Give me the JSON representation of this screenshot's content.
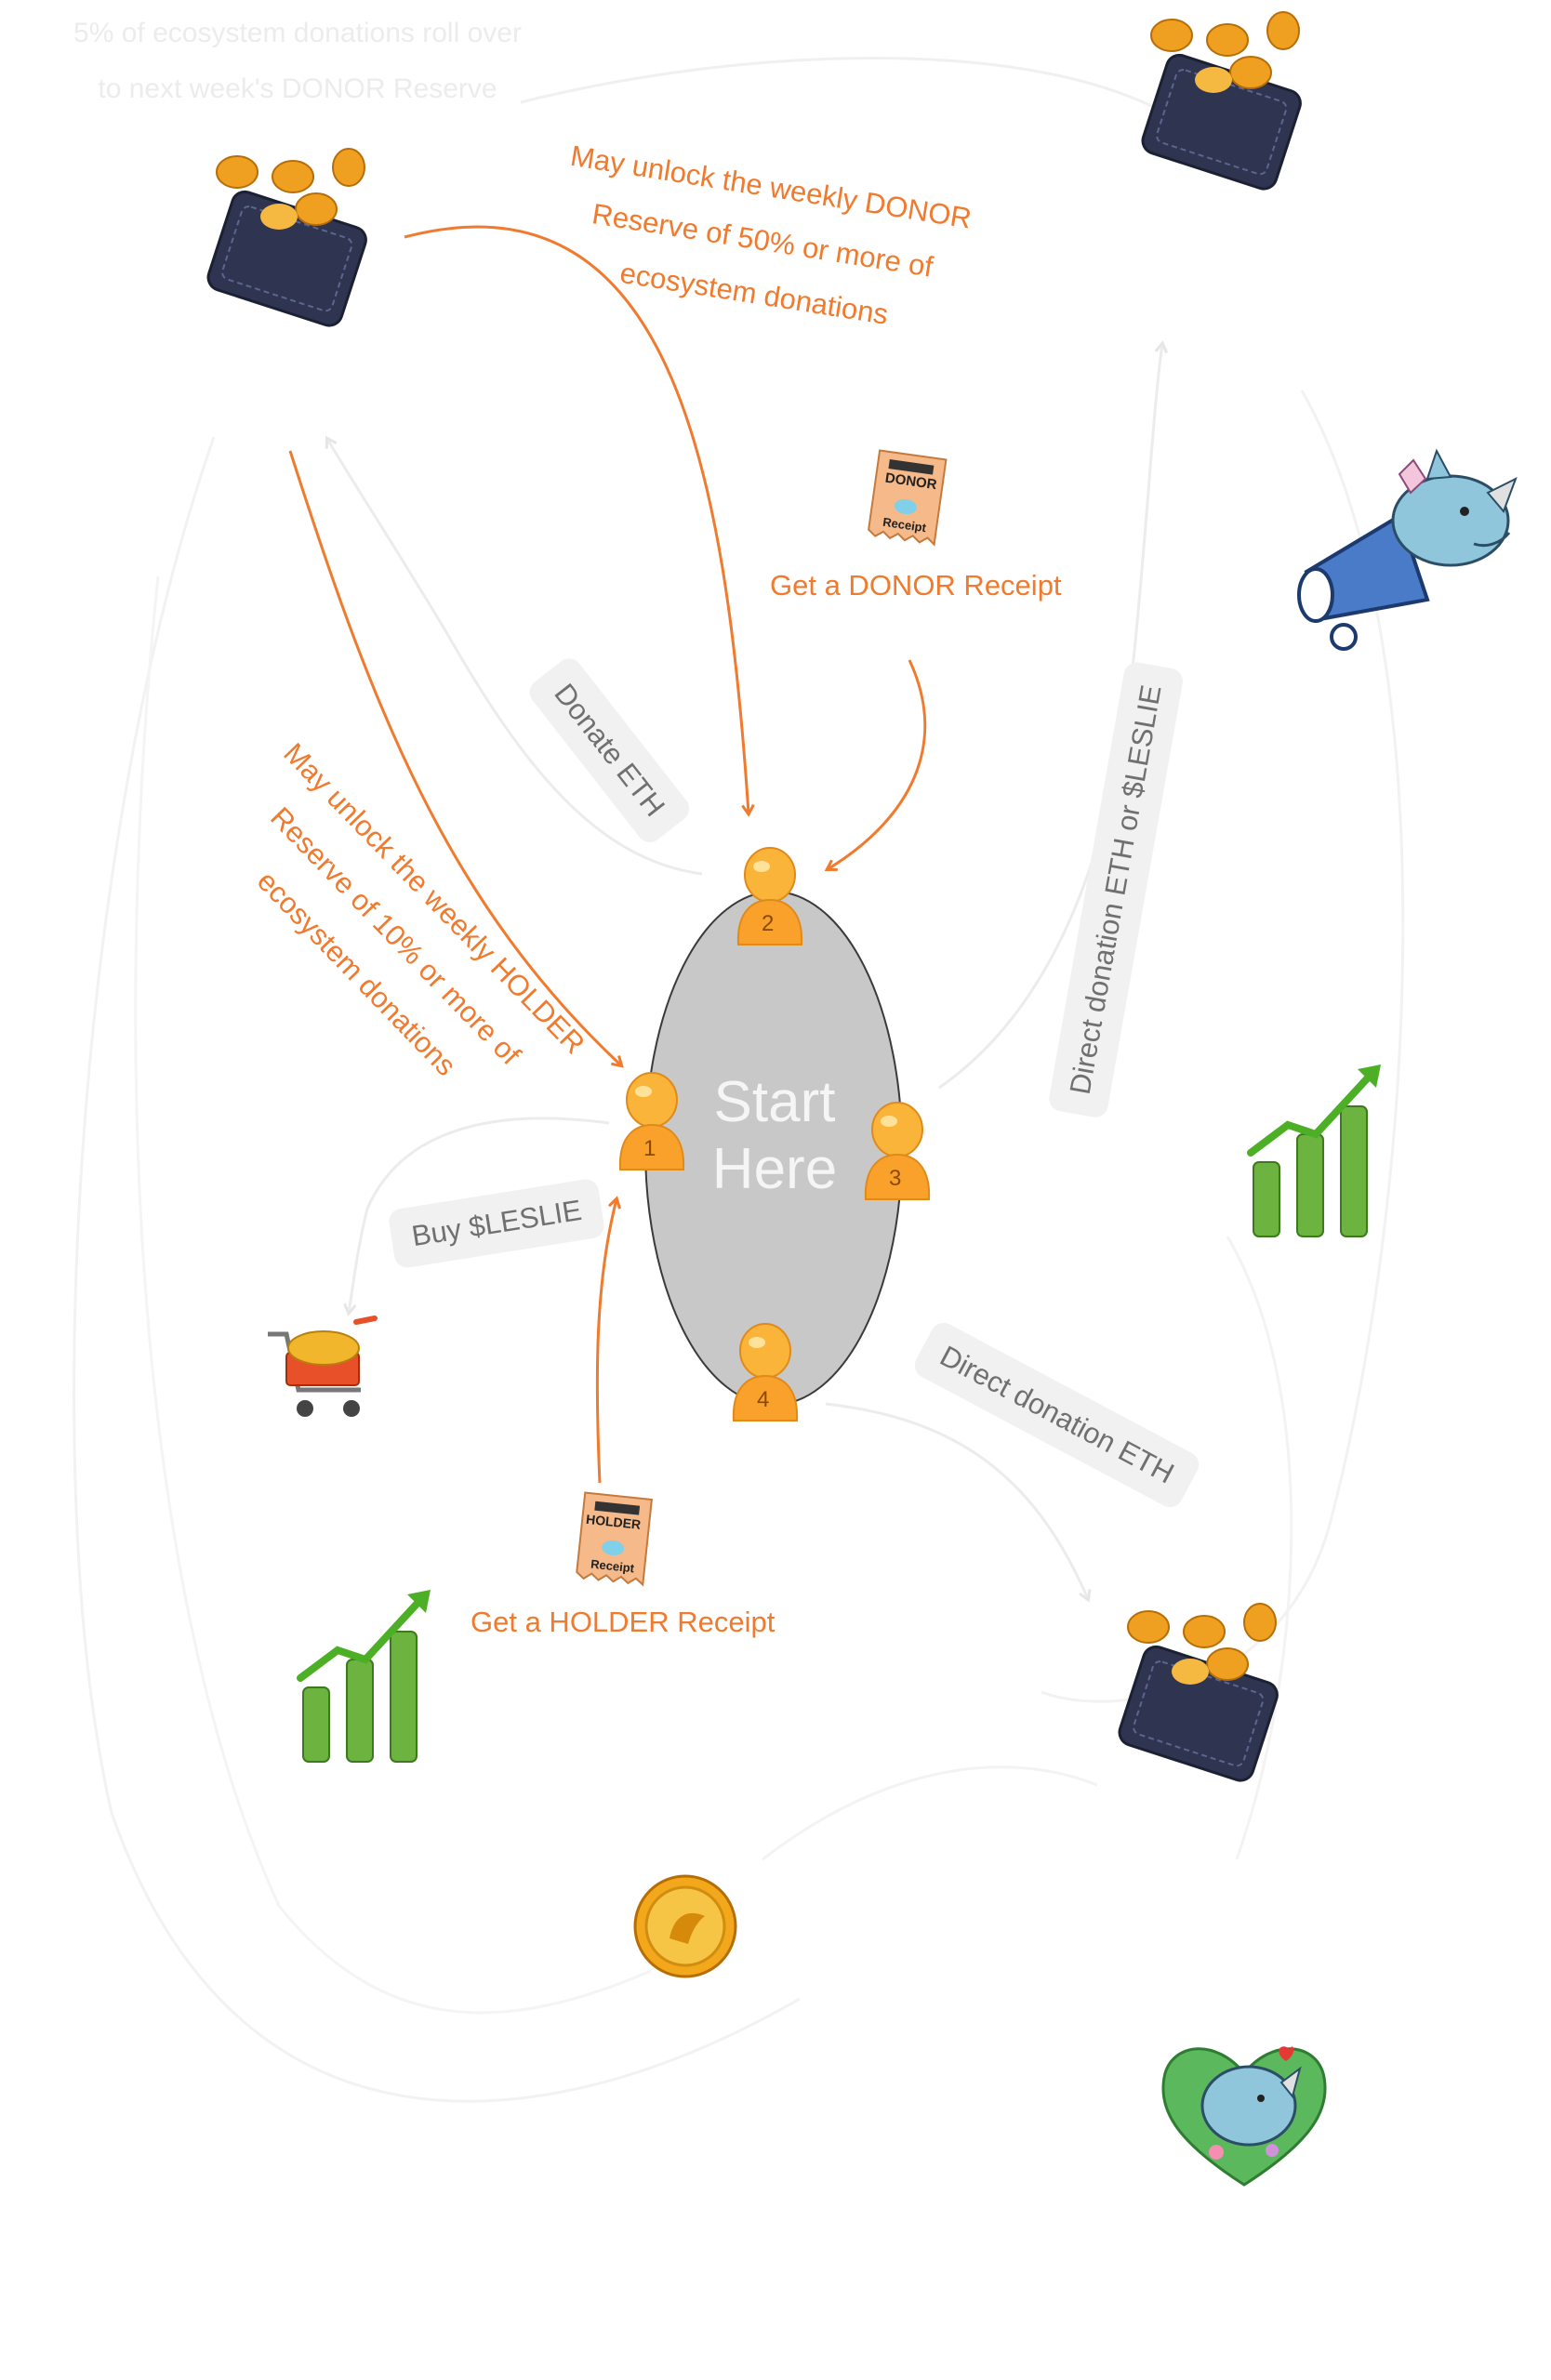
{
  "center": {
    "label_line1": "Start",
    "label_line2": "Here"
  },
  "nodes": [
    {
      "number": "1"
    },
    {
      "number": "2"
    },
    {
      "number": "3"
    },
    {
      "number": "4"
    }
  ],
  "labels": {
    "rollover_line1": "5% of ecosystem donations roll over",
    "rollover_line2": "to next week's DONOR Reserve",
    "donor_unlock_line1": "May unlock the weekly DONOR",
    "donor_unlock_line2": "Reserve of 50% or more of",
    "donor_unlock_line3": "ecosystem donations",
    "holder_unlock_line1": "May unlock the weekly HOLDER",
    "holder_unlock_line2": "Reserve of 10% or more of",
    "holder_unlock_line3": "ecosystem donations",
    "get_donor_receipt": "Get a DONOR Receipt",
    "get_holder_receipt": "Get a HOLDER Receipt",
    "donate_eth": "Donate ETH",
    "direct_donation_eth_or_leslie": "Direct donation ETH or $LESLIE",
    "buy_leslie": "Buy $LESLIE",
    "direct_donation_eth": "Direct donation ETH"
  },
  "receipts": {
    "donor": {
      "title": "DONOR",
      "subtitle": "Receipt"
    },
    "holder": {
      "title": "HOLDER",
      "subtitle": "Receipt"
    }
  },
  "colors": {
    "accent_orange": "#f07a2e",
    "ellipse_fill": "#c8c8c8",
    "faint_line": "#eeeeee",
    "pill_bg": "#f1f1f1",
    "pill_text": "#707070"
  },
  "icons": [
    "wallet-coins-icon",
    "megaphone-rhino-icon",
    "growth-chart-icon",
    "shopping-cart-coins-icon",
    "gold-coin-icon",
    "rhino-heart-icon",
    "receipt-icon",
    "person-icon"
  ]
}
